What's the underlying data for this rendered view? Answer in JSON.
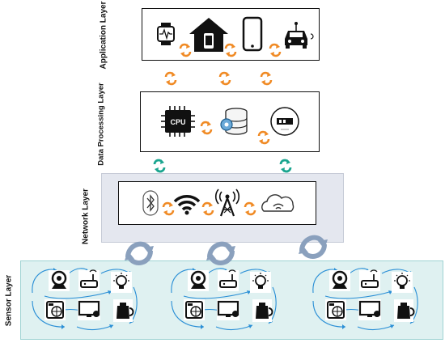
{
  "layers": {
    "application": {
      "label": "Application Layer",
      "icons": [
        "smartwatch-icon",
        "smart-home-icon",
        "smartphone-icon",
        "connected-car-icon"
      ]
    },
    "data_processing": {
      "label": "Data Processing Layer",
      "icons": [
        "cpu-icon",
        "database-gear-icon",
        "storage-drive-icon"
      ],
      "cpu_text": "CPU"
    },
    "network": {
      "label": "Network Layer",
      "icons": [
        "bluetooth-icon",
        "wifi-icon",
        "cell-tower-icon",
        "cloud-icon"
      ]
    },
    "sensor": {
      "label": "Sensor Layer",
      "cluster_icons": [
        "webcam-icon",
        "router-icon",
        "smart-bulb-icon",
        "fan-heater-icon",
        "monitor-icon",
        "kettle-icon"
      ]
    }
  },
  "colors": {
    "orange_arrow": "#f08a24",
    "teal_arrow": "#1aa58f",
    "blue_arrow": "#8aa0bd",
    "network_bg": "#e4e7ef",
    "sensor_bg": "#dff1f1",
    "sensor_border": "#9fd3d3",
    "curve_blue": "#2a8fd6"
  }
}
